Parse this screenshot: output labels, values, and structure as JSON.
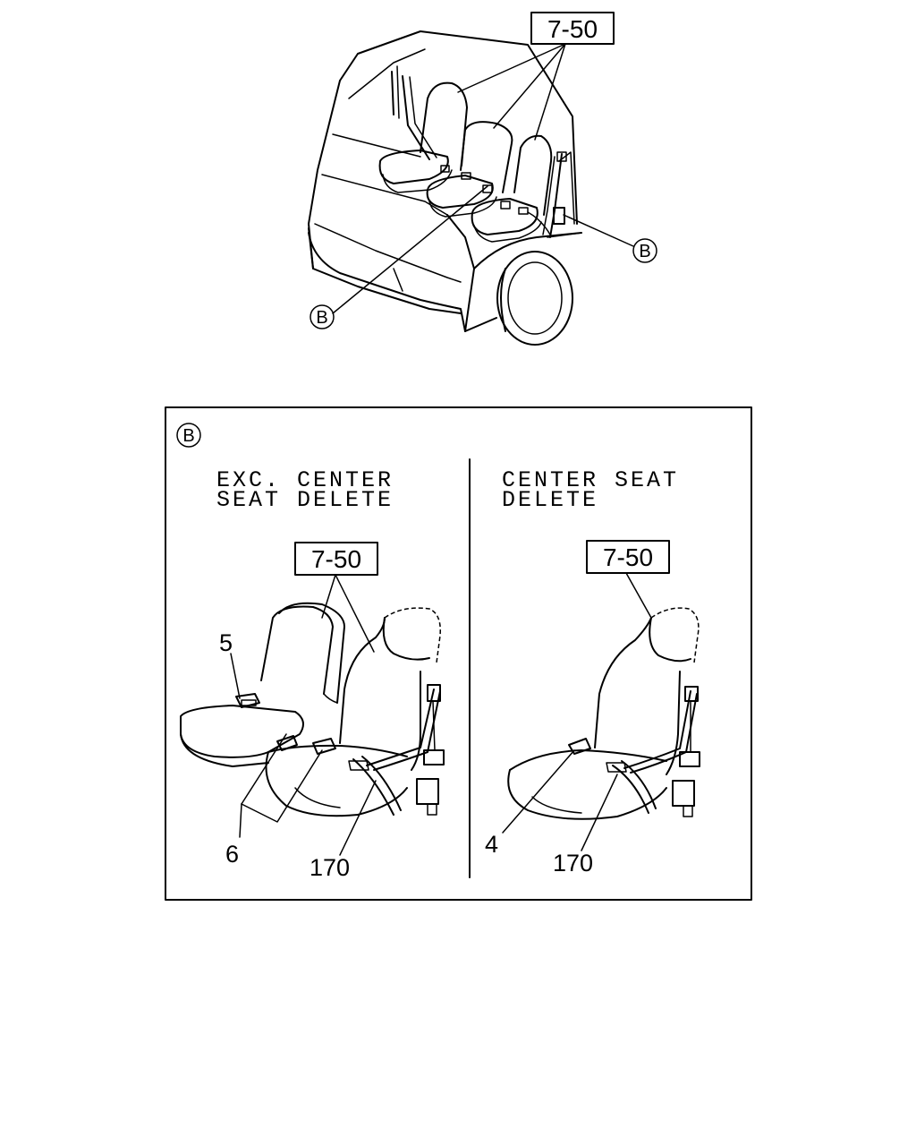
{
  "overview": {
    "ref_box": "7-50",
    "callout_right": "B",
    "callout_left": "B"
  },
  "detail": {
    "callout": "B",
    "left_panel": {
      "caption_line1": "EXC. CENTER",
      "caption_line2": "SEAT DELETE",
      "ref_box": "7-50",
      "part_5": "5",
      "part_6": "6",
      "part_170": "170"
    },
    "right_panel": {
      "caption_line1": "CENTER SEAT",
      "caption_line2": "DELETE",
      "ref_box": "7-50",
      "part_4": "4",
      "part_170": "170"
    }
  }
}
